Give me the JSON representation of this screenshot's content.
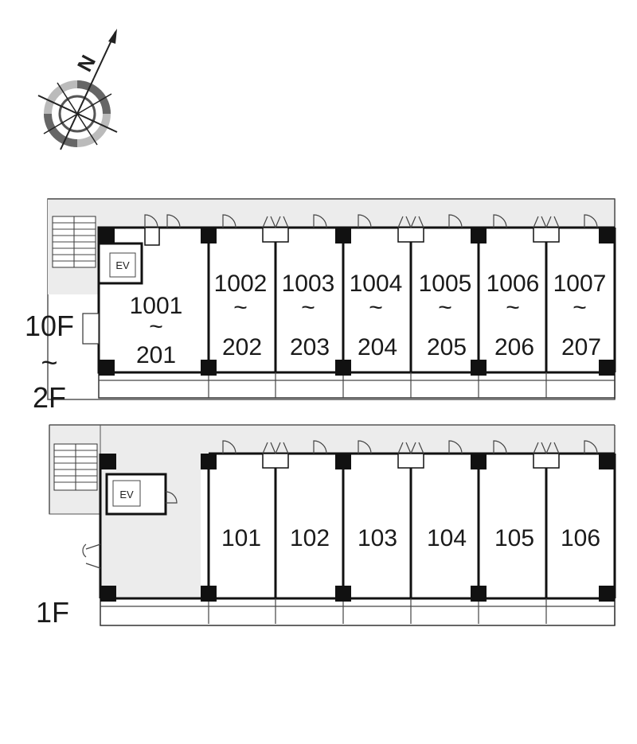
{
  "compass": {
    "north_label": "N",
    "icon": "compass-rose-icon"
  },
  "upper_floor": {
    "floor_label_top": "10F",
    "floor_label_mid": "~",
    "floor_label_bottom": "2F",
    "elevator_label": "EV",
    "units": [
      {
        "top": "1001",
        "mid": "~",
        "bottom": "201"
      },
      {
        "top": "1002",
        "mid": "~",
        "bottom": "202"
      },
      {
        "top": "1003",
        "mid": "~",
        "bottom": "203"
      },
      {
        "top": "1004",
        "mid": "~",
        "bottom": "204"
      },
      {
        "top": "1005",
        "mid": "~",
        "bottom": "205"
      },
      {
        "top": "1006",
        "mid": "~",
        "bottom": "206"
      },
      {
        "top": "1007",
        "mid": "~",
        "bottom": "207"
      }
    ]
  },
  "ground_floor": {
    "floor_label": "1F",
    "elevator_label": "EV",
    "units": [
      "101",
      "102",
      "103",
      "104",
      "105",
      "106"
    ]
  },
  "colors": {
    "corridor_fill": "#ececec",
    "wall": "#111111",
    "compass_ring_dark": "#666666",
    "compass_ring_light": "#bbbbbb"
  }
}
